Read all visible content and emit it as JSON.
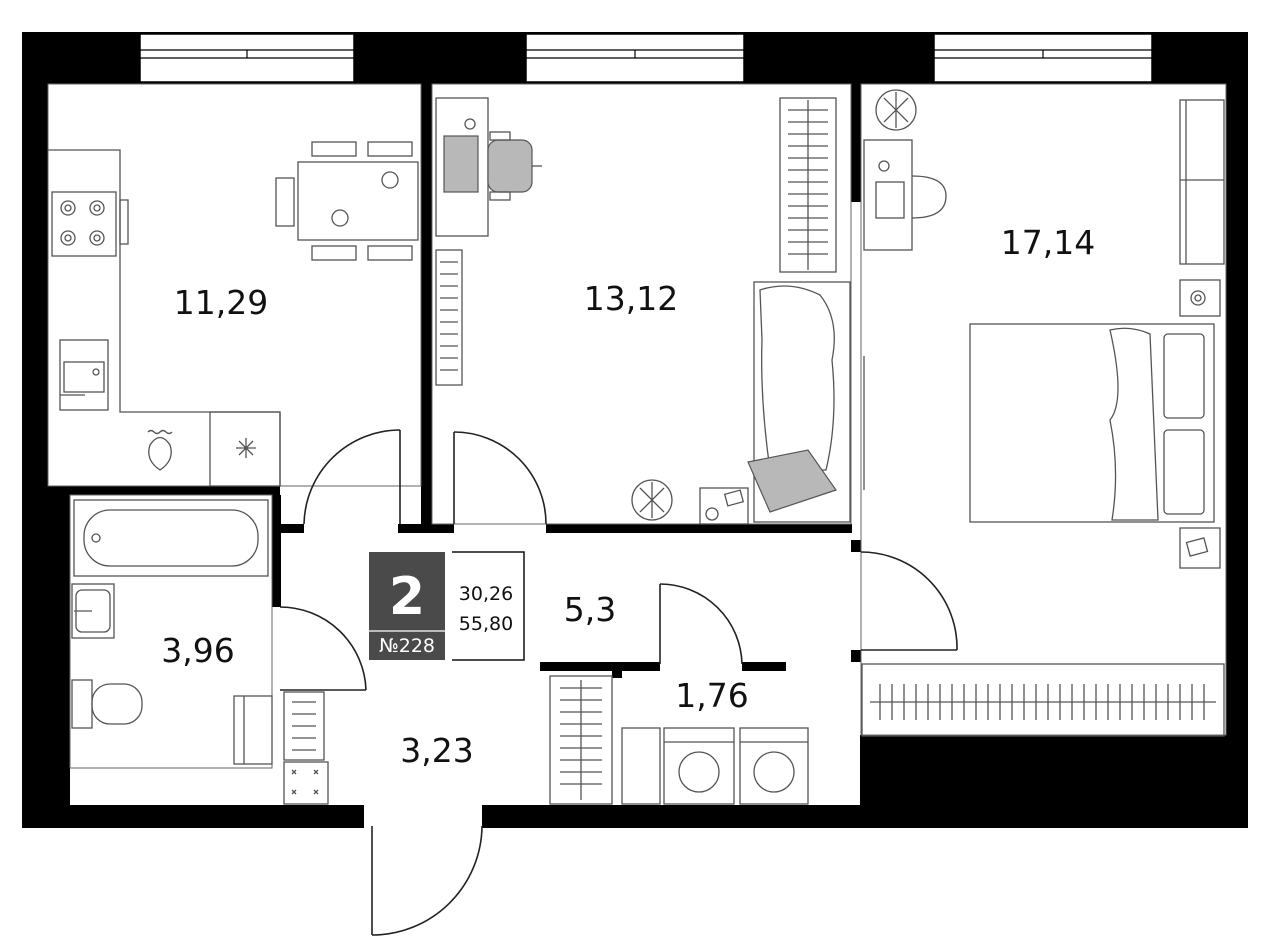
{
  "apartment": {
    "rooms_count": "2",
    "number": "№228",
    "living_area": "30,26",
    "total_area": "55,80"
  },
  "rooms": {
    "kitchen": "11,29",
    "bedroom_middle": "13,12",
    "bedroom_right": "17,14",
    "bathroom": "3,96",
    "hall": "5,3",
    "laundry": "1,76",
    "entrance": "3,23"
  },
  "colors": {
    "wall": "#000000",
    "badge": "#4a4a4a",
    "furniture_line": "#555555",
    "furniture_fill": "#b8b8b8"
  }
}
